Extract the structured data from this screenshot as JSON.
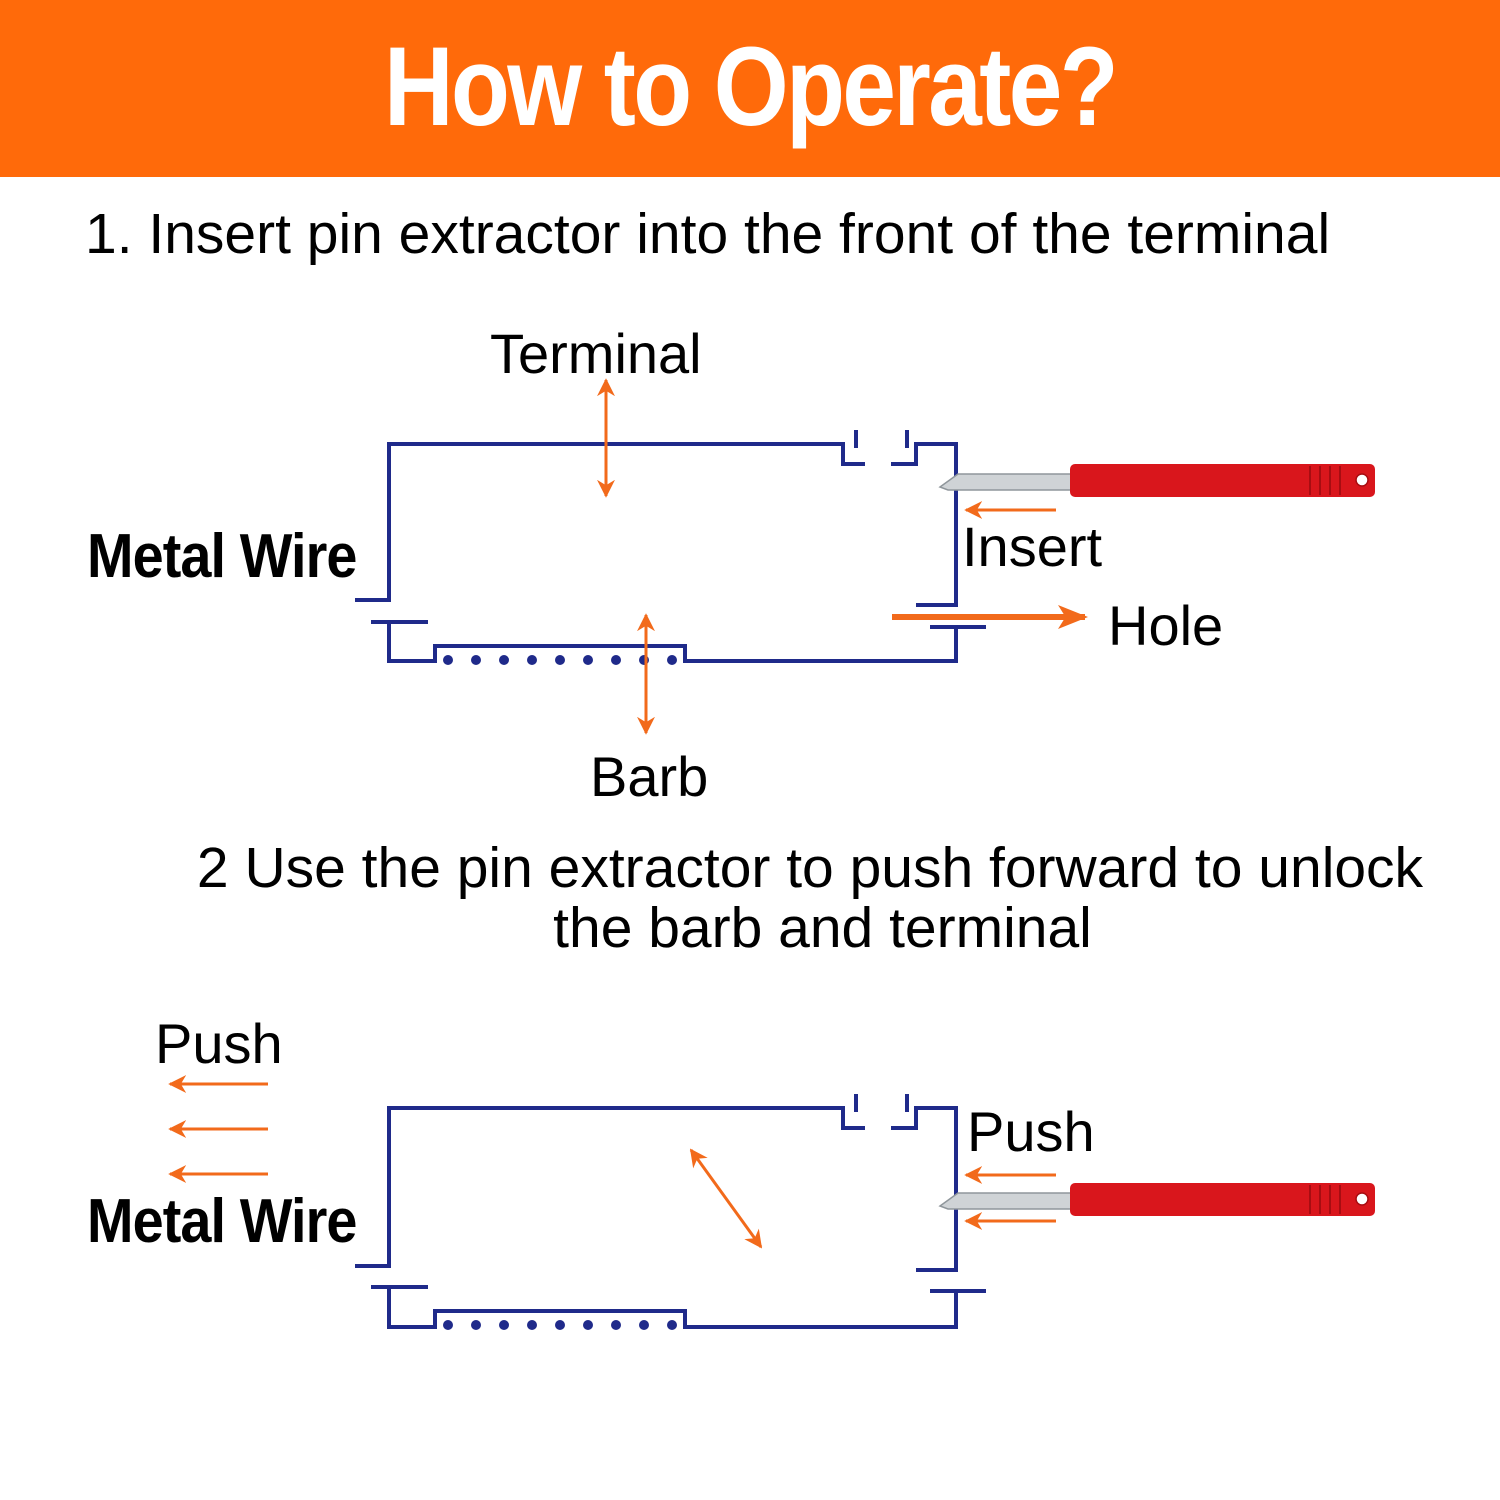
{
  "header": {
    "title": "How to Operate?"
  },
  "step1": {
    "instruction": "1. Insert pin extractor into the front of the terminal",
    "labels": {
      "terminal": "Terminal",
      "metal_wire": "Metal Wire",
      "insert": "Insert",
      "hole": "Hole",
      "barb": "Barb"
    }
  },
  "step2": {
    "instruction_line1": "2 Use the pin extractor to push forward to unlock",
    "instruction_line2": "the barb and terminal",
    "labels": {
      "push_left": "Push",
      "metal_wire": "Metal Wire",
      "push_right": "Push"
    }
  },
  "colors": {
    "banner": "#ff6a0a",
    "terminal_outline": "#1f2a8a",
    "arrow": "#f26a1b",
    "tool_handle": "#d9161c",
    "tool_blade": "#cfd3d6"
  }
}
